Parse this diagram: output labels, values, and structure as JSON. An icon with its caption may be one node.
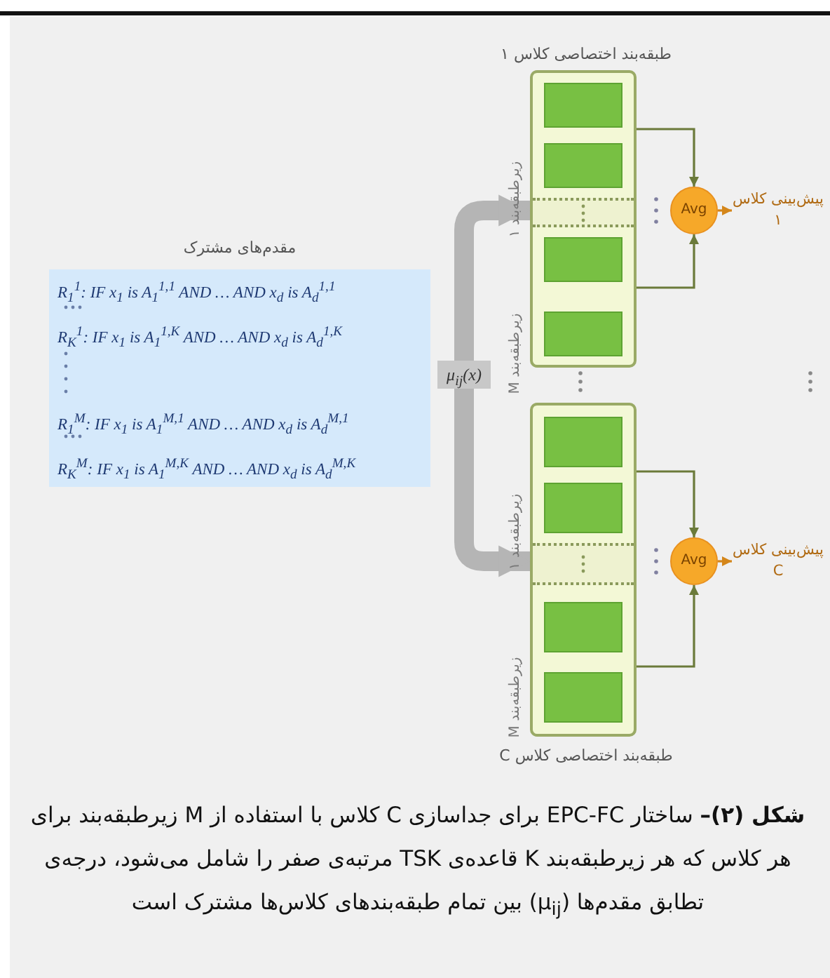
{
  "diagram": {
    "caption": "**شکل (۲)–** ساختار EPC-FC برای جداسازی C کلاس با استفاده از M زیرطبقه‌بند برای هر کلاس که هر زیرطبقه‌بند K قاعده‌ی TSK مرتبه‌ی صفر را شامل می‌شود، درجه‌ی تطابق مقدم‌ها (μ$_{ij}$) بین تمام طبقه‌بندهای کلاس‌ها مشترک است",
    "nodes": [
      {
        "text": [
          "مقدم‌های مشترک",
          "R$_{1}$$^{1}$: IF x$_{1}$ is A$_{1}$$^{1,1}$ AND … AND x$_{d}$ is A$_{d}$$^{1,1}$",
          "R$_{K}$$^{1}$: IF x$_{1}$ is A$_{1}$$^{1,K}$ AND … AND x$_{d}$ is A$_{d}$$^{1,K}$",
          "R$_{1}$$^{M}$: IF x$_{1}$ is A$_{1}$$^{M,1}$ AND … AND x$_{d}$ is A$_{d}$$^{M,1}$",
          "R$_{K}$$^{M}$: IF x$_{1}$ is A$_{1}$$^{M,K}$ AND … AND x$_{d}$ is A$_{d}$$^{M,K}$"
        ]
      },
      {
        "text": [
          "μ$_{ij}$(x)"
        ]
      },
      {
        "text": [
          "طبقه‌بند اختصاصی کلاس ۱"
        ],
        "beside": [
          "زیرطبقه‌بند ۱",
          "زیرطبقه‌بند M"
        ]
      },
      {
        "text": [],
        "shape": "box",
        "in": 2
      },
      {
        "text": [],
        "shape": "box",
        "in": 2
      },
      {
        "text": [],
        "shape": "box",
        "in": 2
      },
      {
        "text": [],
        "shape": "box",
        "in": 2
      },
      {
        "text": [
          "Avg"
        ]
      },
      {
        "text": [
          "پیش‌بینی کلاس ۱"
        ]
      },
      {
        "text": [
          "طبقه‌بند اختصاصی کلاس C"
        ],
        "beside": [
          "زیرطبقه‌بند ۱",
          "زیرطبقه‌بند M"
        ]
      },
      {
        "text": [],
        "shape": "box",
        "in": 9
      },
      {
        "text": [],
        "shape": "box",
        "in": 9
      },
      {
        "text": [],
        "shape": "box",
        "in": 9
      },
      {
        "text": [],
        "shape": "box",
        "in": 9
      },
      {
        "text": [
          "Avg"
        ]
      },
      {
        "text": [
          "پیش‌بینی کلاس C"
        ]
      }
    ],
    "edges": [
      {
        "from": 1,
        "to": 2,
        "arrow": "to",
        "style": "thick",
        "color": "#b5b5b5"
      },
      {
        "from": 1,
        "to": 9,
        "arrow": "to",
        "style": "thick",
        "color": "#b5b5b5"
      },
      {
        "from": 2,
        "to": 7,
        "arrow": "to"
      },
      {
        "from": 2,
        "to": 7,
        "arrow": "to"
      },
      {
        "from": 7,
        "to": 8,
        "arrow": "to",
        "color": "#d4861a"
      },
      {
        "from": 9,
        "to": 14,
        "arrow": "to"
      },
      {
        "from": 9,
        "to": 14,
        "arrow": "to"
      },
      {
        "from": 14,
        "to": 15,
        "arrow": "to",
        "color": "#d4861a"
      }
    ]
  }
}
